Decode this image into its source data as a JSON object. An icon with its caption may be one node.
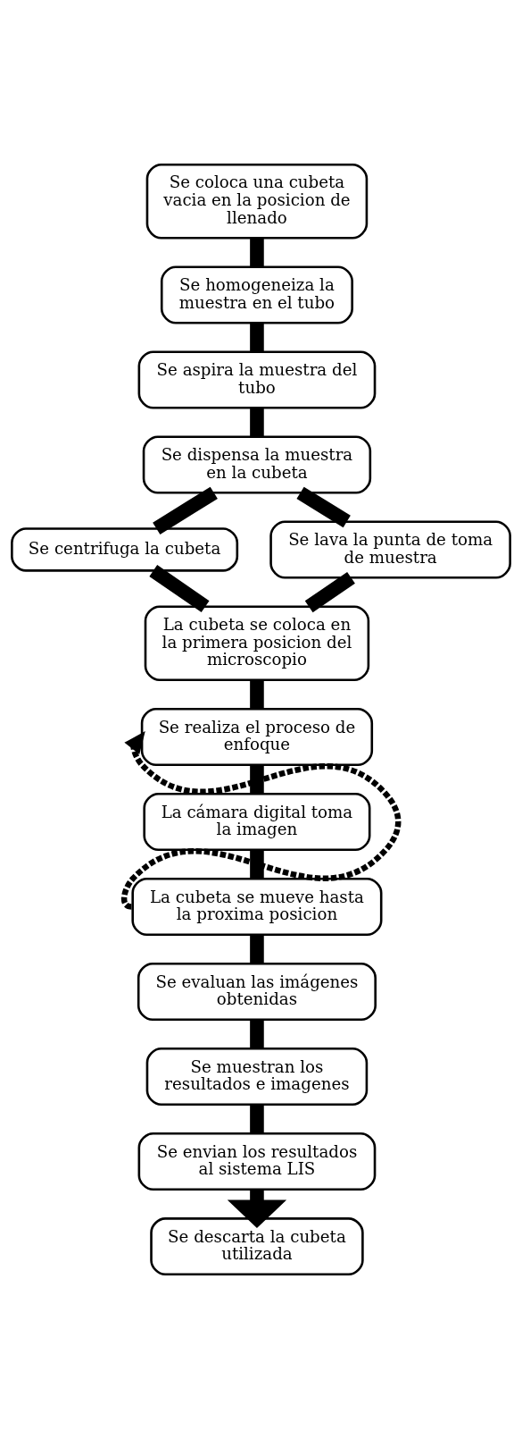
{
  "diagram": {
    "nodes": [
      {
        "text": [
          "Se coloca una cubeta vacia en la posicion de llenado"
        ]
      },
      {
        "text": [
          "Se homogeneiza la muestra en el tubo"
        ]
      },
      {
        "text": [
          "Se aspira la muestra del tubo"
        ]
      },
      {
        "text": [
          "Se dispensa la muestra en la cubeta"
        ]
      },
      {
        "text": [
          "Se centrifuga la cubeta"
        ]
      },
      {
        "text": [
          "Se lava la punta de toma de muestra"
        ]
      },
      {
        "text": [
          "La cubeta se coloca en la primera posicion del microscopio"
        ]
      },
      {
        "text": [
          "Se realiza el proceso de enfoque"
        ]
      },
      {
        "text": [
          "La cámara digital toma la imagen"
        ]
      },
      {
        "text": [
          "La cubeta se mueve hasta la proxima posicion"
        ]
      },
      {
        "text": [
          "Se evaluan las imágenes obtenidas"
        ]
      },
      {
        "text": [
          "Se muestran los resultados e imagenes"
        ]
      },
      {
        "text": [
          "Se envian los resultados al sistema LIS"
        ]
      },
      {
        "text": [
          "Se descarta la cubeta utilizada"
        ]
      }
    ],
    "edges": [
      {
        "from": 0,
        "to": 1,
        "arrow": "none"
      },
      {
        "from": 1,
        "to": 2,
        "arrow": "none"
      },
      {
        "from": 2,
        "to": 3,
        "arrow": "none"
      },
      {
        "from": 3,
        "to": 4,
        "arrow": "none"
      },
      {
        "from": 3,
        "to": 5,
        "arrow": "none"
      },
      {
        "from": 4,
        "to": 6,
        "arrow": "none"
      },
      {
        "from": 5,
        "to": 6,
        "arrow": "none"
      },
      {
        "from": 6,
        "to": 7,
        "arrow": "none"
      },
      {
        "from": 7,
        "to": 8,
        "arrow": "none"
      },
      {
        "from": 8,
        "to": 9,
        "arrow": "none"
      },
      {
        "from": 9,
        "to": 10,
        "arrow": "none"
      },
      {
        "from": 10,
        "to": 11,
        "arrow": "none"
      },
      {
        "from": 11,
        "to": 12,
        "arrow": "none"
      },
      {
        "from": 12,
        "to": 13,
        "arrow": "to"
      },
      {
        "from": 9,
        "to": 7,
        "arrow": "to",
        "style": "dashed"
      }
    ]
  }
}
